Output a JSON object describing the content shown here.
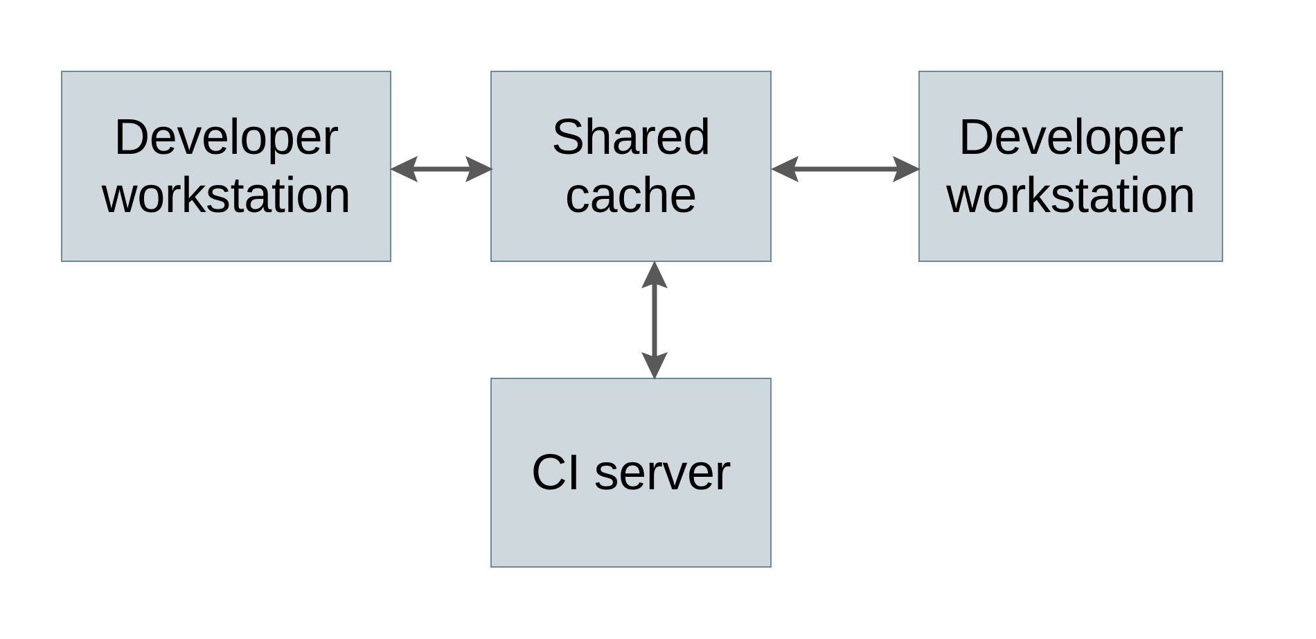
{
  "diagram": {
    "type": "block-diagram",
    "background_color": "#ffffff",
    "node_fill_color": "#cfd8dc",
    "node_border_color": "#6b8a9c",
    "arrow_color": "#595959",
    "text_color": "#000000",
    "nodes": [
      {
        "id": "dev-workstation-left",
        "label": "Developer\nworkstation",
        "label_line1": "Developer",
        "label_line2": "workstation"
      },
      {
        "id": "shared-cache",
        "label": "Shared\ncache",
        "label_line1": "Shared",
        "label_line2": "cache"
      },
      {
        "id": "dev-workstation-right",
        "label": "Developer\nworkstation",
        "label_line1": "Developer",
        "label_line2": "workstation"
      },
      {
        "id": "ci-server",
        "label": "CI server",
        "label_line1": "CI server",
        "label_line2": ""
      }
    ],
    "edges": [
      {
        "id": "edge-left-to-shared",
        "from": "dev-workstation-left",
        "to": "shared-cache",
        "direction": "bidirectional",
        "orientation": "horizontal",
        "label": ""
      },
      {
        "id": "edge-shared-to-right",
        "from": "shared-cache",
        "to": "dev-workstation-right",
        "direction": "bidirectional",
        "orientation": "horizontal",
        "label": ""
      },
      {
        "id": "edge-shared-to-ci",
        "from": "shared-cache",
        "to": "ci-server",
        "direction": "bidirectional",
        "orientation": "vertical",
        "label": ""
      }
    ]
  }
}
